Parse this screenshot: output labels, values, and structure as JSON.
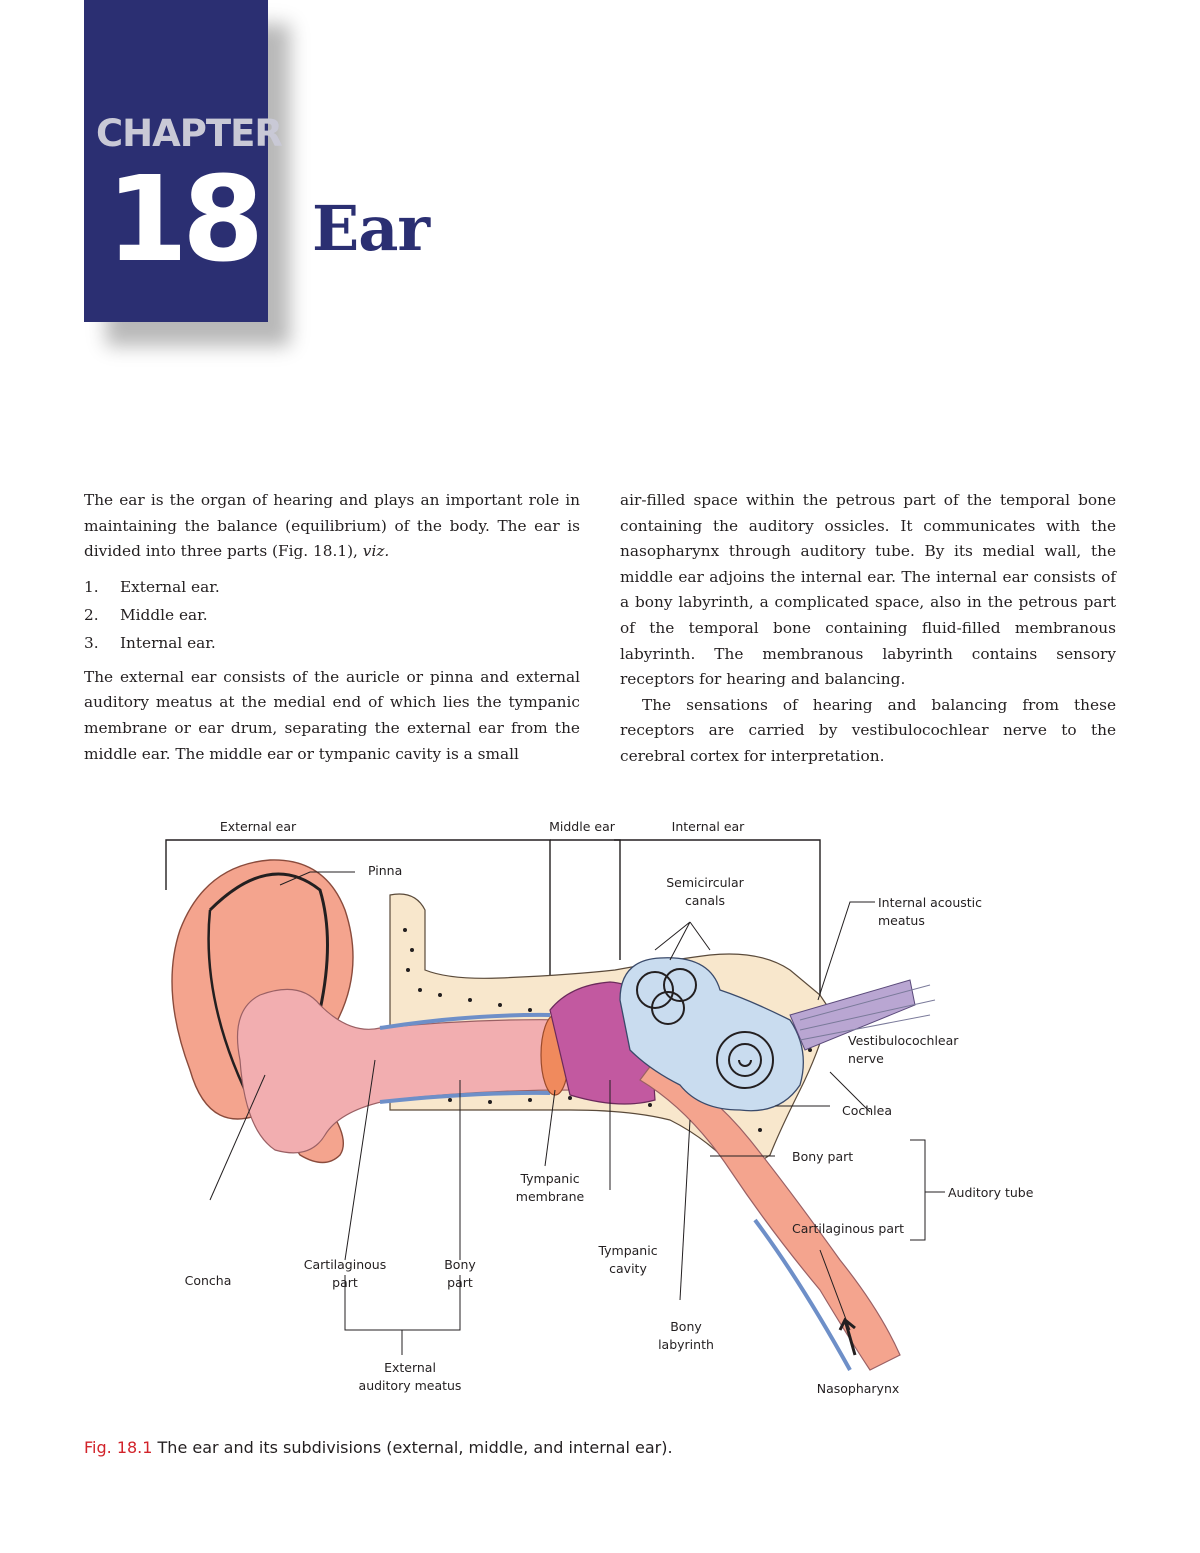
{
  "chapter": {
    "word": "CHAPTER",
    "number": "18",
    "title": "Ear"
  },
  "body": {
    "p1": "The ear is the organ of hearing and plays an important role in maintaining the balance (equilibrium) of the body. The ear is divided into three parts (Fig. 18.1), ",
    "p1_viz": "viz.",
    "list": [
      {
        "n": "1.",
        "text": "External ear."
      },
      {
        "n": "2.",
        "text": "Middle ear."
      },
      {
        "n": "3.",
        "text": "Internal ear."
      }
    ],
    "p2": "The external ear consists of the auricle or pinna and external auditory meatus at the medial end of which lies the tympanic membrane or ear drum, separating the external ear from the middle ear. The middle ear or tympanic cavity is a small air-filled space within the petrous part of the temporal bone containing the auditory ossicles. It communicates with the nasopharynx through auditory tube. By its medial wall, the middle ear adjoins the internal ear. The internal ear consists of a bony labyrinth, a complicated space, also in the petrous part of the temporal bone containing fluid-filled membranous labyrinth. The membranous labyrinth contains sensory receptors for hearing and balancing.",
    "p3": "The sensations of hearing and balancing from these receptors are carried by vestibulocochlear nerve to the cerebral cortex for interpretation."
  },
  "figure": {
    "labels": {
      "external_ear": "External ear",
      "middle_ear": "Middle ear",
      "internal_ear": "Internal ear",
      "pinna": "Pinna",
      "semicircular": "Semicircular\ncanals",
      "internal_acoustic": "Internal acoustic\nmeatus",
      "vestibulocochlear": "Vestibulocochlear\nnerve",
      "cochlea": "Cochlea",
      "bony_part": "Bony part",
      "auditory_tube": "Auditory tube",
      "cartilaginous_part_tube": "Cartilaginous part",
      "tympanic_membrane": "Tympanic\nmembrane",
      "tympanic_cavity": "Tympanic\ncavity",
      "bony_labyrinth": "Bony\nlabyrinth",
      "concha": "Concha",
      "cartilaginous_part": "Cartilaginous\npart",
      "bony_part_meatus": "Bony\npart",
      "external_meatus": "External\nauditory meatus",
      "nasopharynx": "Nasopharynx"
    },
    "colors": {
      "skin": "#f4a48e",
      "canal": "#f2aeb0",
      "bone": "#f8e7cc",
      "labyrinth": "#c9dcef",
      "cavity": "#c259a0",
      "nerve": "#b9a6d2"
    }
  },
  "caption": {
    "fig": "Fig. 18.1",
    "text": " The ear and its subdivisions (external, middle, and internal ear)."
  }
}
